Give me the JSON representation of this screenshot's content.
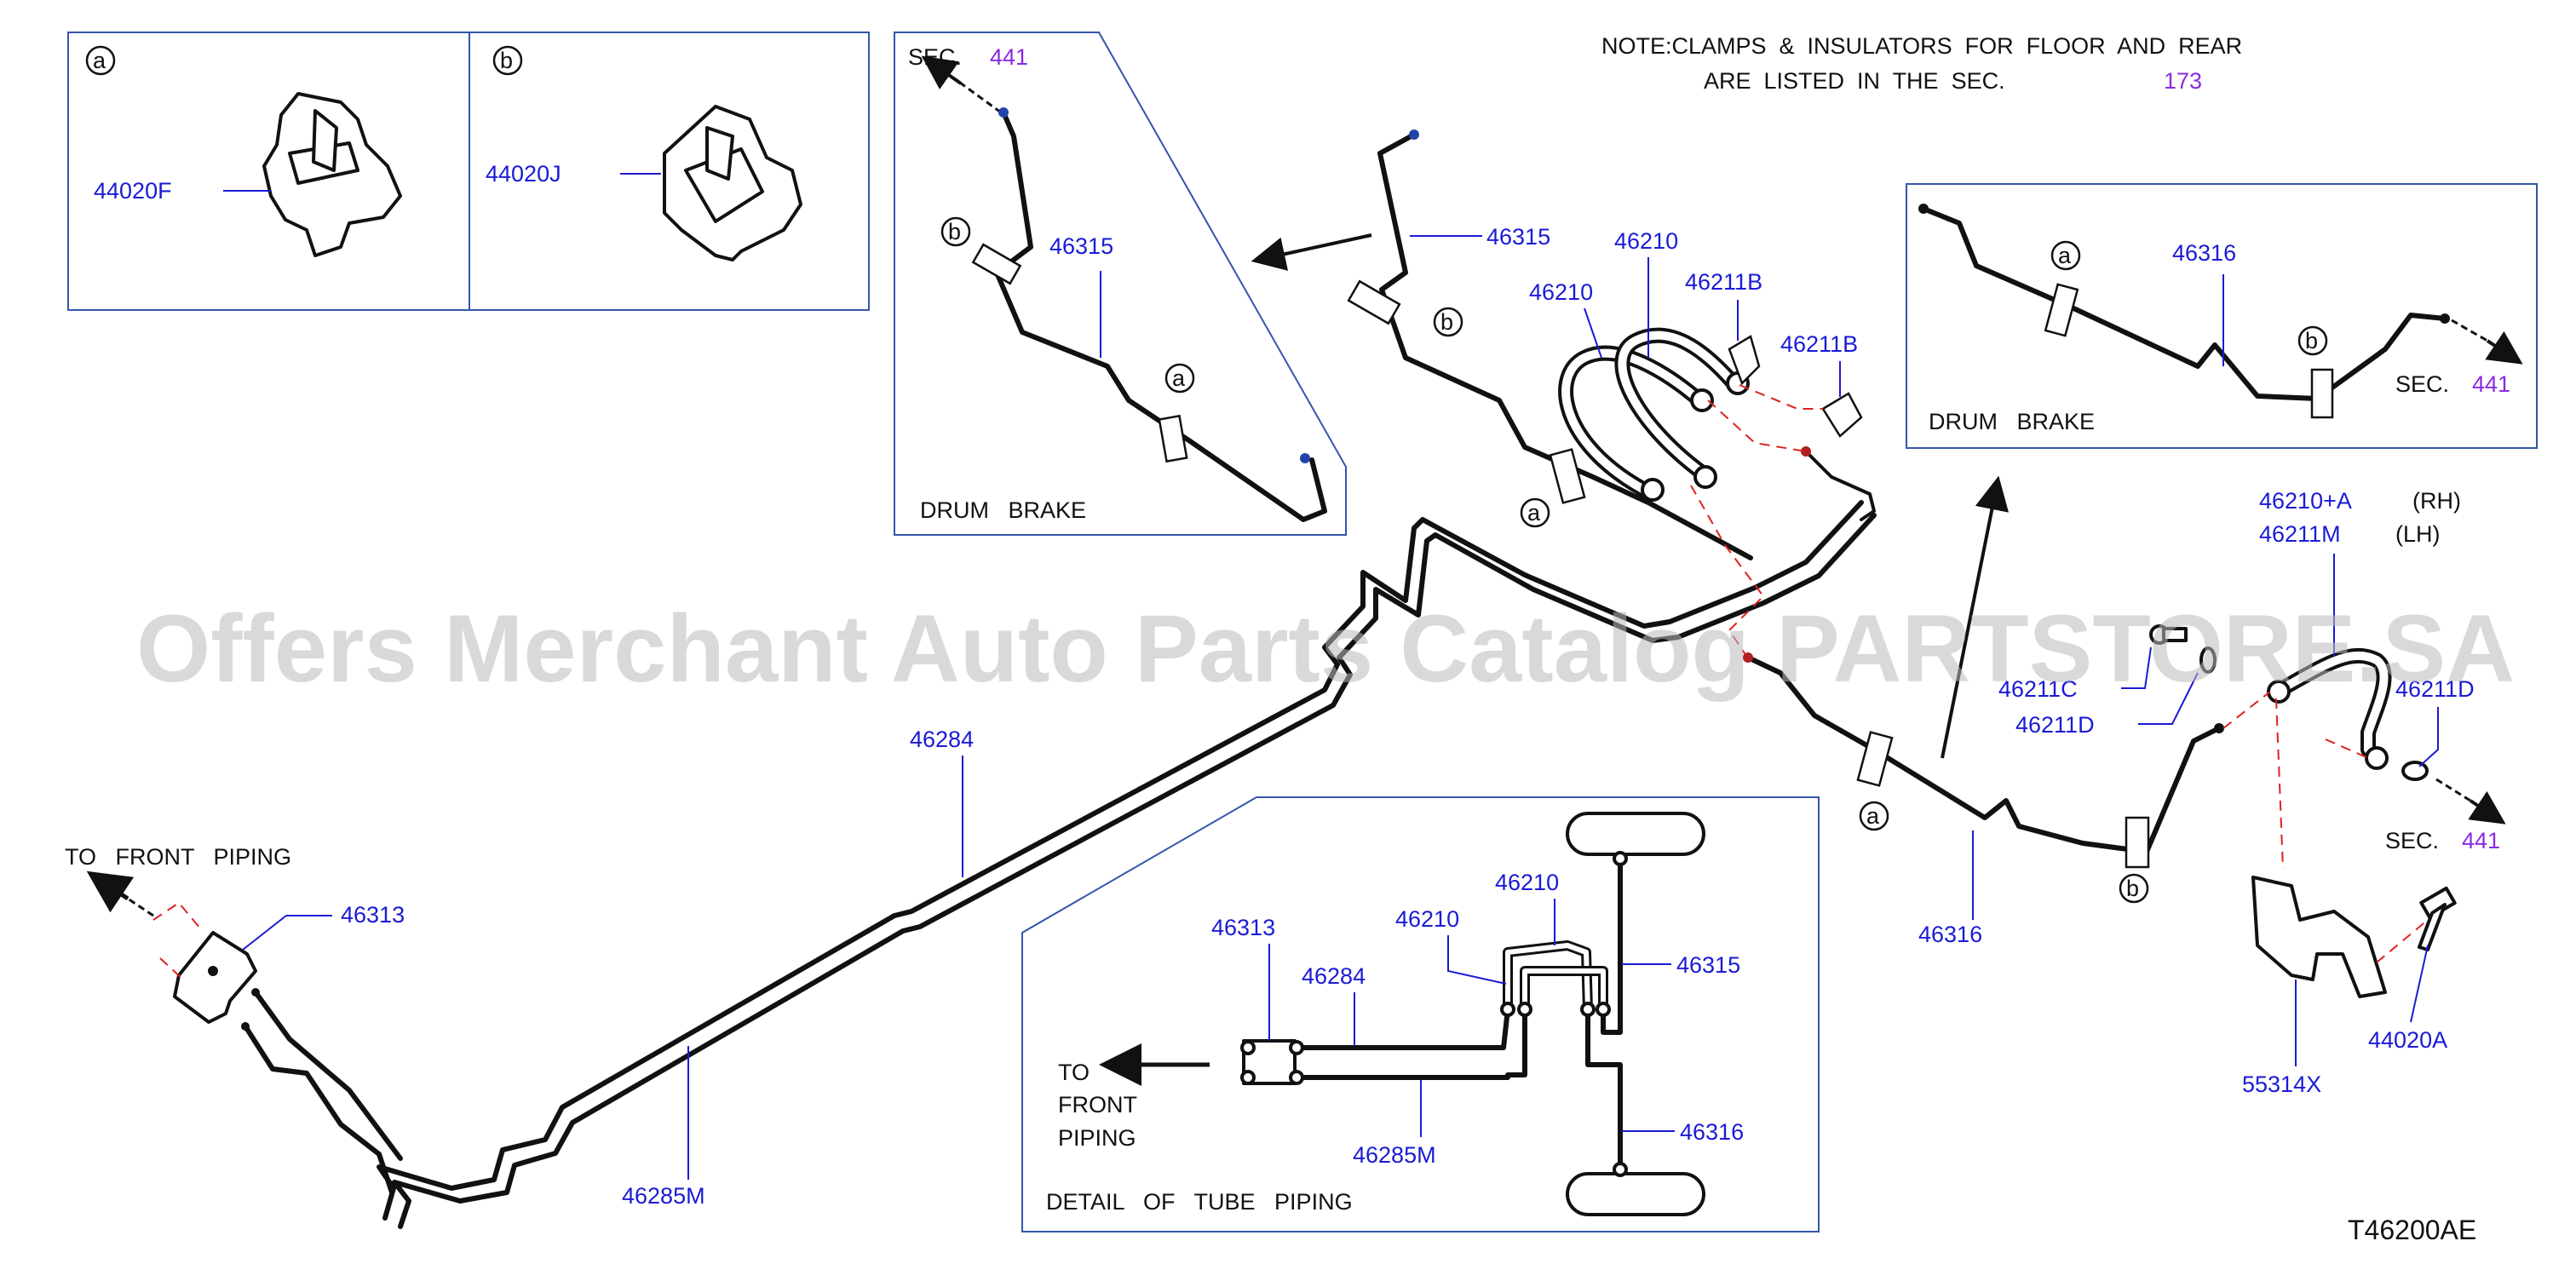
{
  "note": {
    "line1": "NOTE:CLAMPS  &  INSULATORS  FOR  FLOOR  AND  REAR",
    "line2": "ARE  LISTED  IN  THE  SEC.",
    "sec": "173"
  },
  "watermark": "Offers Merchant Auto Parts Catalog PARTSTORE.SA",
  "diagram_code": "T46200AE",
  "callouts": {
    "a": "a",
    "b": "b"
  },
  "clip_box": {
    "left_part": "44020F",
    "right_part": "44020J"
  },
  "drum_brake_left": {
    "sec_label": "SEC.",
    "sec_num": "441",
    "part": "46315",
    "title": "DRUM   BRAKE"
  },
  "drum_brake_right": {
    "part": "46316",
    "sec_label": "SEC.",
    "sec_num": "441",
    "title": "DRUM   BRAKE"
  },
  "main_parts": {
    "p46315": "46315",
    "p46210_a": "46210",
    "p46210_b": "46210",
    "p46211B_a": "46211B",
    "p46211B_b": "46211B",
    "p46284": "46284",
    "p46285M": "46285M",
    "p46313": "46313",
    "p46316": "46316",
    "p46210A": "46210+A",
    "rh": "(RH)",
    "p46211M": "46211M",
    "lh": "(LH)",
    "p46211C": "46211C",
    "p46211D_a": "46211D",
    "p46211D_b": "46211D",
    "p55314X": "55314X",
    "p44020A": "44020A",
    "sec_label": "SEC.",
    "sec_num": "441",
    "to_front": "TO   FRONT   PIPING"
  },
  "detail": {
    "title": "DETAIL   OF   TUBE   PIPING",
    "to": "TO",
    "front": "FRONT",
    "piping": "PIPING",
    "p46313": "46313",
    "p46284": "46284",
    "p46210_a": "46210",
    "p46210_b": "46210",
    "p46315": "46315",
    "p46316": "46316",
    "p46285M": "46285M"
  }
}
